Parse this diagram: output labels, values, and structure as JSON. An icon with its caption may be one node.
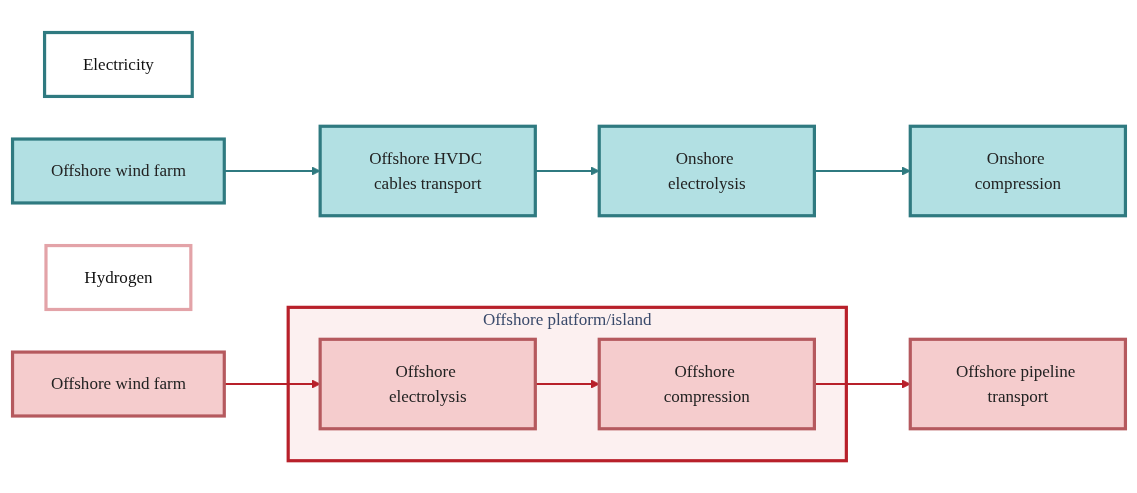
{
  "diagram": {
    "nodes": [
      {
        "text": [
          "Electricity"
        ]
      },
      {
        "text": [
          "Offshore wind farm"
        ]
      },
      {
        "text": [
          "Offshore HVDC cables transport"
        ]
      },
      {
        "text": [
          "Onshore electrolysis"
        ]
      },
      {
        "text": [
          "Onshore compression"
        ]
      },
      {
        "text": [
          "Hydrogen"
        ]
      },
      {
        "text": [
          "Offshore wind farm"
        ]
      },
      {
        "text": [
          "Offshore platform/island"
        ]
      },
      {
        "text": [
          "Offshore electrolysis"
        ],
        "in": 7
      },
      {
        "text": [
          "Offshore compression"
        ],
        "in": 7
      },
      {
        "text": [
          "Offshore pipeline transport"
        ]
      }
    ],
    "edges": [
      {
        "from": 1,
        "to": 2,
        "arrow": "to",
        "color": "#2f7a80"
      },
      {
        "from": 2,
        "to": 3,
        "arrow": "to",
        "color": "#2f7a80"
      },
      {
        "from": 3,
        "to": 4,
        "arrow": "to",
        "color": "#2f7a80"
      },
      {
        "from": 6,
        "to": 8,
        "arrow": "to",
        "color": "#b8202a"
      },
      {
        "from": 8,
        "to": 9,
        "arrow": "to",
        "color": "#b8202a"
      },
      {
        "from": 9,
        "to": 10,
        "arrow": "to",
        "color": "#b8202a"
      }
    ]
  }
}
